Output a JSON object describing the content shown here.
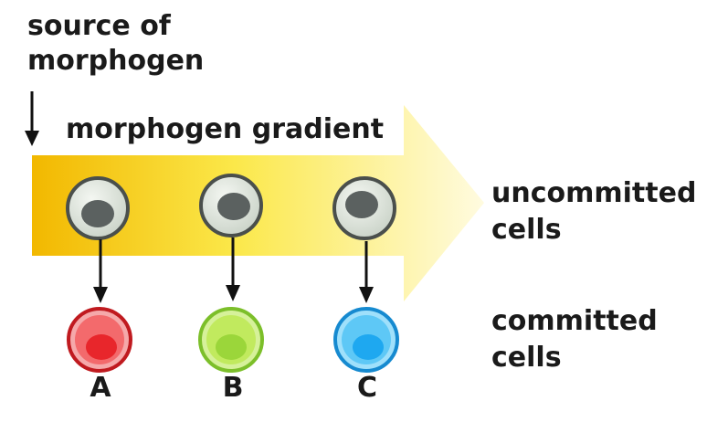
{
  "labels": {
    "source_line1": "source of",
    "source_line2": "morphogen",
    "gradient": "morphogen gradient",
    "uncommitted_line1": "uncommitted",
    "uncommitted_line2": "cells",
    "committed_line1": "committed",
    "committed_line2": "cells"
  },
  "committed_cells": [
    {
      "letter": "A",
      "color": "#e8262b"
    },
    {
      "letter": "B",
      "color": "#9bd63a"
    },
    {
      "letter": "C",
      "color": "#1ea8f0"
    }
  ],
  "colors": {
    "gradient_start": "#f2b800",
    "gradient_mid": "#fbe84a",
    "gradient_end": "#fffbe0",
    "uncommitted_cell_fill": "#d8e0d6",
    "uncommitted_cell_ring": "#4a4f4c",
    "uncommitted_nucleus": "#5b6160",
    "arrow": "#111111"
  }
}
